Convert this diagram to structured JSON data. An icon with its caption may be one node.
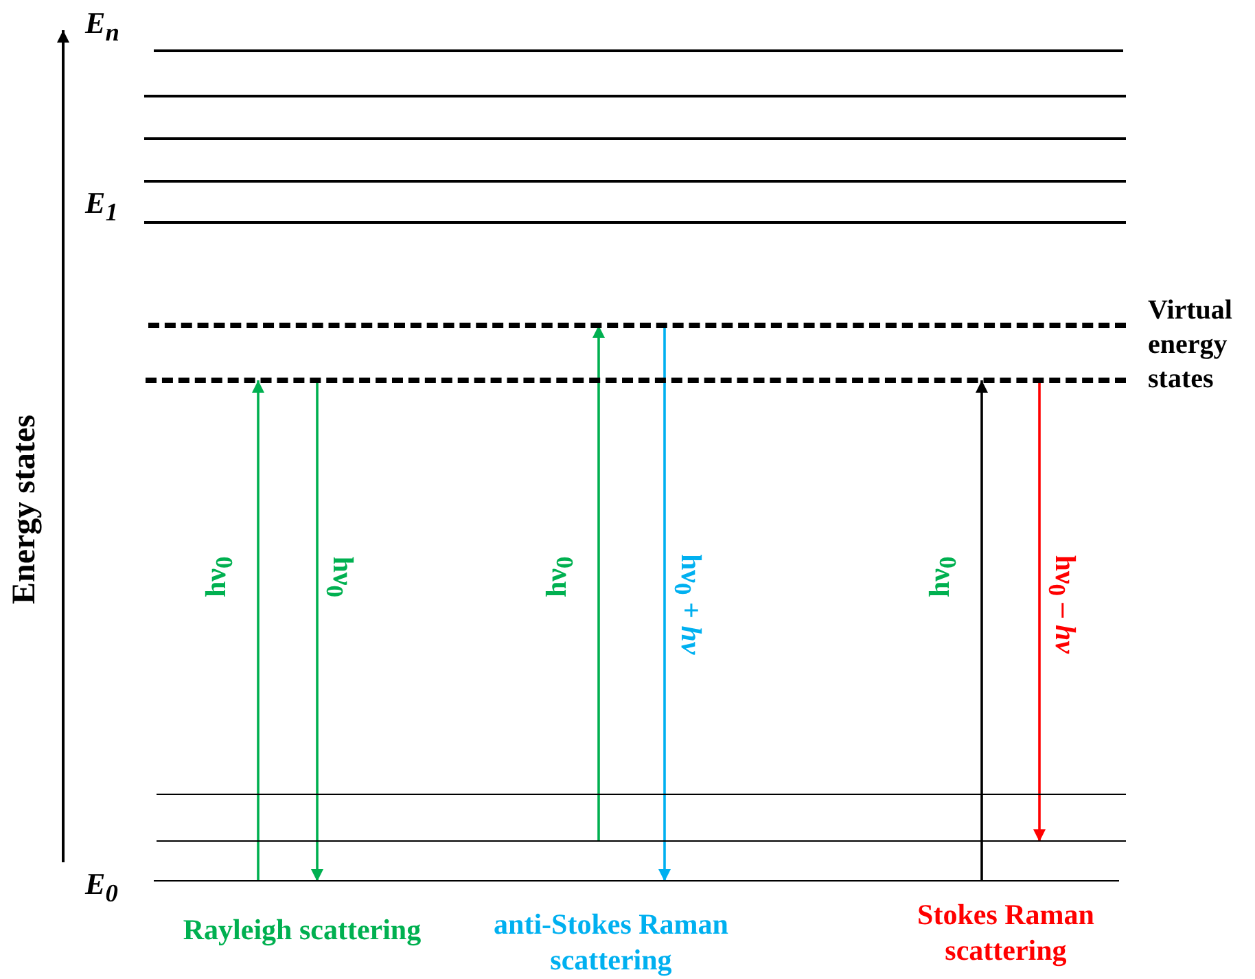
{
  "diagram": {
    "nodes": [
      {
        "text": [
          "E$_{n}$"
        ]
      },
      {
        "text": [],
        "shape": "bar"
      },
      {
        "text": [],
        "shape": "bar"
      },
      {
        "text": [],
        "shape": "bar"
      },
      {
        "text": [
          "E$_{1}$"
        ]
      },
      {
        "text": [],
        "shape": "bar"
      },
      {
        "text": [],
        "shape": "bar"
      },
      {
        "text": [],
        "shape": "bar"
      },
      {
        "text": [],
        "shape": "bar"
      },
      {
        "text": [
          "E$_{0}$"
        ]
      }
    ],
    "edges": [
      {
        "from": 9,
        "to": 6,
        "arrow": "to",
        "label": "hν$_{0}$",
        "color": "#00b050"
      },
      {
        "from": 6,
        "to": 9,
        "arrow": "to",
        "label": "hν$_{0}$",
        "color": "#00b050"
      },
      {
        "from": 8,
        "to": 5,
        "arrow": "to",
        "label": "hν$_{0}$",
        "color": "#00b050"
      },
      {
        "from": 5,
        "to": 9,
        "arrow": "to",
        "label": "hν$_{0}$ + *hν*",
        "color": "#00b0f0"
      },
      {
        "from": 9,
        "to": 6,
        "arrow": "to",
        "label": "hν$_{0}$",
        "color": "#000000"
      },
      {
        "from": 6,
        "to": 8,
        "arrow": "to",
        "label": "hν$_{0}$ – *hν*",
        "color": "#ff0000"
      }
    ],
    "labels": [
      "Energy states",
      "Virtual energy states",
      "Rayleigh scattering",
      "anti-Stokes Raman scattering",
      "Stokes Raman scattering"
    ]
  }
}
